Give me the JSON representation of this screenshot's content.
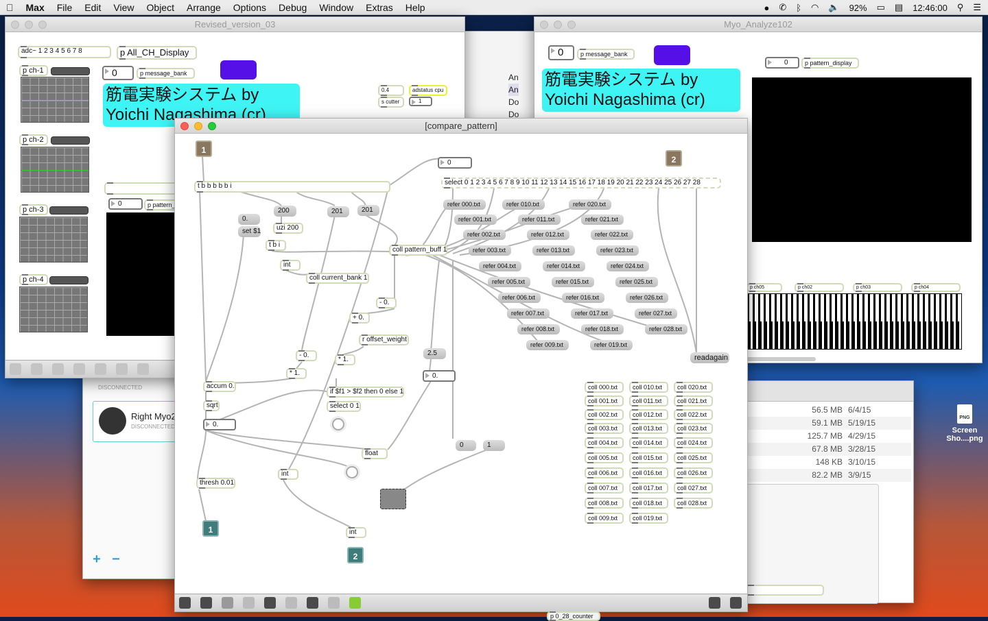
{
  "menubar": {
    "app": "Max",
    "items": [
      "File",
      "Edit",
      "View",
      "Object",
      "Arrange",
      "Options",
      "Debug",
      "Window",
      "Extras",
      "Help"
    ],
    "battery": "92%",
    "clock": "12:46:00"
  },
  "revised": {
    "title": "Revised_version_03",
    "adc": "adc~ 1 2 3 4 5 6 7 8",
    "all_ch": "p All_CH_Display",
    "num": "0",
    "message_bank": "p message_bank",
    "comment": "筋電実験システム by Yoichi Nagashima (cr)",
    "channels": [
      "p ch-1",
      "p ch-2",
      "p ch-3",
      "p ch-4"
    ],
    "small": [
      "0.4",
      "adstatus cpu",
      "s cutter",
      "1"
    ],
    "pattern_num": "0",
    "pattern": "p pattern_"
  },
  "finder_top": {
    "items": [
      "An",
      "An",
      "Do",
      "Do"
    ]
  },
  "myo": {
    "title": "Myo_Analyze102",
    "num": "0",
    "message_bank": "p message_bank",
    "comment": "筋電実験システム by Yoichi Nagashima (cr)",
    "pattern_num": "0",
    "pattern": "p pattern_display",
    "channels": [
      "p ch05",
      "p ch02",
      "p ch03",
      "p ch04"
    ]
  },
  "myo_connect": {
    "device": "Right Myo2",
    "status": "DISCONNECTED",
    "status_top": "DISCONNECTED",
    "add": "+",
    "remove": "−"
  },
  "finder": {
    "rows": [
      {
        "size": "56.5 MB",
        "date": "6/4/15"
      },
      {
        "size": "59.1 MB",
        "date": "5/19/15"
      },
      {
        "size": "125.7 MB",
        "date": "4/29/15"
      },
      {
        "size": "67.8 MB",
        "date": "3/28/15"
      },
      {
        "size": "148 KB",
        "date": "3/10/15"
      },
      {
        "size": "82.2 MB",
        "date": "3/9/15"
      }
    ],
    "bottom_obj": "p 0_28_counter"
  },
  "desktop": {
    "file_label": "Screen Sho....png",
    "file_type": "PNG"
  },
  "compare": {
    "title": "[compare_pattern]",
    "inlet1": "1",
    "inlet2": "2",
    "outlet1": "1",
    "outlet2": "2",
    "trigger": "t b b b b b i",
    "msg_zero": "0.",
    "set": "set $1",
    "msg200": "200",
    "uzi": "uzi 200",
    "msg201a": "201",
    "msg201b": "201",
    "tbi": "t b i",
    "int1": "int",
    "coll_current": "coll current_bank 1",
    "coll_pattern": "coll pattern_buff 1",
    "minus1": "- 0.",
    "plus": "+ 0.",
    "offset": "r offset_weight",
    "minus2": "- 0.",
    "times1": "* 1.",
    "times2": "* 1.",
    "msg25": "2.5",
    "num_thresh": "0.",
    "accum": "accum 0.",
    "sqrt": "sqrt",
    "num_sqrt": "0.",
    "ifexpr": "if $f1 > $f2 then 0 else 1",
    "select01": "select 0 1",
    "float": "float",
    "int2": "int",
    "thresh": "thresh 0.01",
    "int3": "int",
    "msg0": "0",
    "msg1": "1",
    "readagain": "readagain",
    "num_top": "0",
    "select": "select 0 1 2 3 4 5 6 7 8 9 10 11 12 13 14 15 16 17 18 19 20 21 22 23 24 25 26 27 28",
    "refer": [
      "refer 000.txt",
      "refer 001.txt",
      "refer 002.txt",
      "refer 003.txt",
      "refer 004.txt",
      "refer 005.txt",
      "refer 006.txt",
      "refer 007.txt",
      "refer 008.txt",
      "refer 009.txt",
      "refer 010.txt",
      "refer 011.txt",
      "refer 012.txt",
      "refer 013.txt",
      "refer 014.txt",
      "refer 015.txt",
      "refer 016.txt",
      "refer 017.txt",
      "refer 018.txt",
      "refer 019.txt",
      "refer 020.txt",
      "refer 021.txt",
      "refer 022.txt",
      "refer 023.txt",
      "refer 024.txt",
      "refer 025.txt",
      "refer 026.txt",
      "refer 027.txt",
      "refer 028.txt"
    ],
    "coll": [
      "coll 000.txt",
      "coll 001.txt",
      "coll 002.txt",
      "coll 003.txt",
      "coll 004.txt",
      "coll 005.txt",
      "coll 006.txt",
      "coll 007.txt",
      "coll 008.txt",
      "coll 009.txt",
      "coll 010.txt",
      "coll 011.txt",
      "coll 012.txt",
      "coll 013.txt",
      "coll 014.txt",
      "coll 015.txt",
      "coll 016.txt",
      "coll 017.txt",
      "coll 018.txt",
      "coll 019.txt",
      "coll 020.txt",
      "coll 021.txt",
      "coll 022.txt",
      "coll 023.txt",
      "coll 024.txt",
      "coll 025.txt",
      "coll 026.txt",
      "coll 027.txt",
      "coll 028.txt"
    ]
  },
  "colors": {
    "cyan": "#3ff4f4",
    "purple": "#5410e6",
    "object_border": "#cfdcb7"
  }
}
